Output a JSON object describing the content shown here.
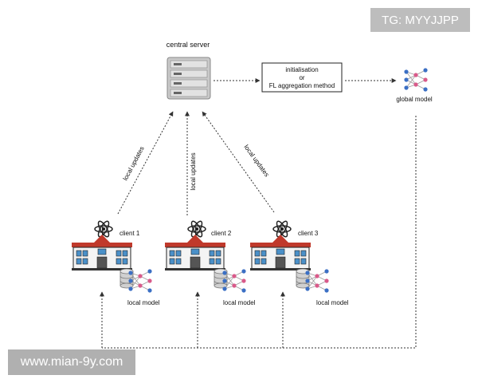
{
  "server": {
    "label": "central server"
  },
  "init_box": {
    "line1": "initialisation",
    "line2": "or",
    "line3": "FL aggregation method"
  },
  "global_model": {
    "label": "global model"
  },
  "updates": {
    "label": "local updates"
  },
  "clients": [
    {
      "label": "client 1",
      "model_label": "local model"
    },
    {
      "label": "client 2",
      "model_label": "local model"
    },
    {
      "label": "client 3",
      "model_label": "local model"
    }
  ],
  "watermarks": {
    "top_right": "TG: MYYJJPP",
    "bottom_left": "www.mian-9y.com"
  },
  "colors": {
    "building_red": "#c0392b",
    "window_blue": "#4a90c8",
    "atom_dark": "#222222",
    "node_blue": "#3b6fc4",
    "node_pink": "#d95a8a",
    "server_gray": "#bdbdbd"
  },
  "icons": [
    "server-icon",
    "neural-network-icon",
    "atom-icon",
    "building-icon",
    "database-icon"
  ]
}
